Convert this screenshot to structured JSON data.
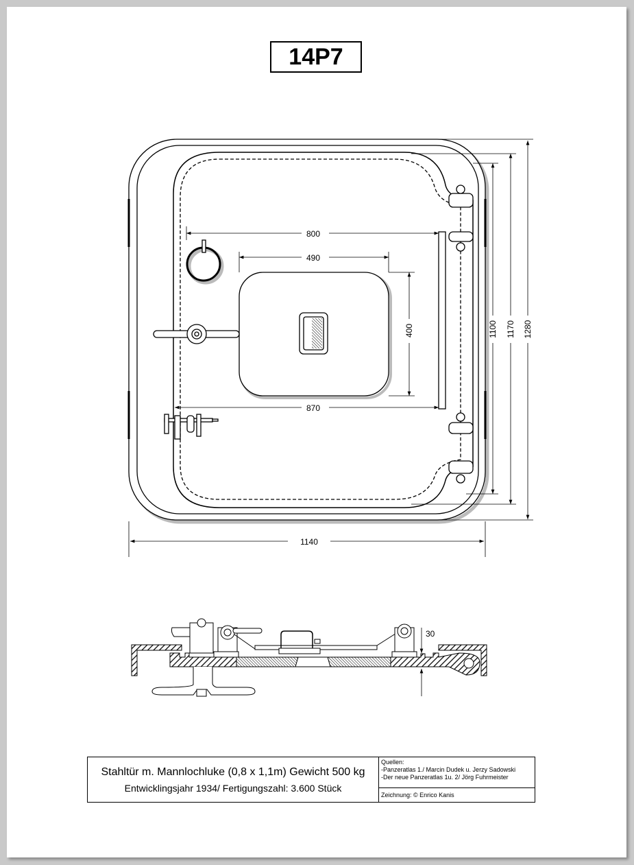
{
  "title": "14P7",
  "dimensions": {
    "d800": "800",
    "d490": "490",
    "d400": "400",
    "d870": "870",
    "d1100": "1100",
    "d1170": "1170",
    "d1280": "1280",
    "d1140": "1140",
    "d30": "30"
  },
  "title_block": {
    "line1": "Stahltür m. Mannlochluke (0,8 x 1,1m) Gewicht 500 kg",
    "line2": "Entwicklingsjahr 1934/ Fertigungszahl: 3.600 Stück",
    "sources_label": "Quellen:",
    "source1": "-Panzeratlas 1./ Marcin Dudek u. Jerzy Sadowski",
    "source2": "-Der neue Panzeratlas 1u. 2/ Jörg Fuhrmeister",
    "drawing_credit": "Zeichnung: © Enrico Kanis"
  }
}
